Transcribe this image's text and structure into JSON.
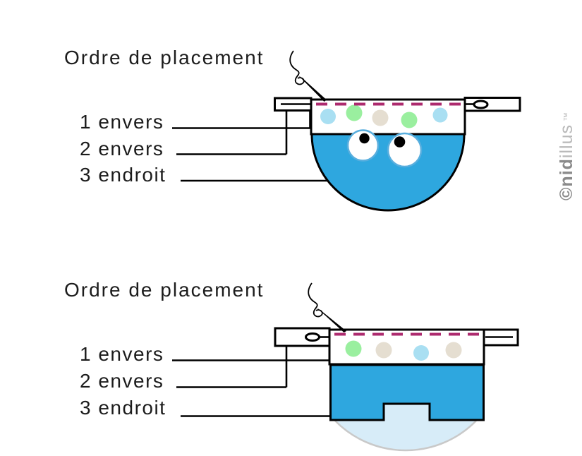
{
  "sections": [
    {
      "title": "Ordre de placement",
      "labels": [
        "1 envers",
        "2 envers",
        "3 endroit"
      ]
    },
    {
      "title": "Ordre de placement",
      "labels": [
        "1 envers",
        "2 envers",
        "3 endroit"
      ]
    }
  ],
  "watermark": {
    "brand_bold": "©nid",
    "brand_light": "illus",
    "tm": "™"
  },
  "colors": {
    "body_blue": "#2ea7df",
    "pale_blue": "#d7ecf8",
    "pale_border": "#c9c9c9",
    "stitch_magenta": "#ad2a6e",
    "dot_green": "#9aef9f",
    "dot_blue": "#a9dff2",
    "dot_beige": "#e5ded1",
    "eye_ring": "#58aede",
    "watermark_dark": "#8a8a8a",
    "watermark_light": "#b9b9b9"
  }
}
